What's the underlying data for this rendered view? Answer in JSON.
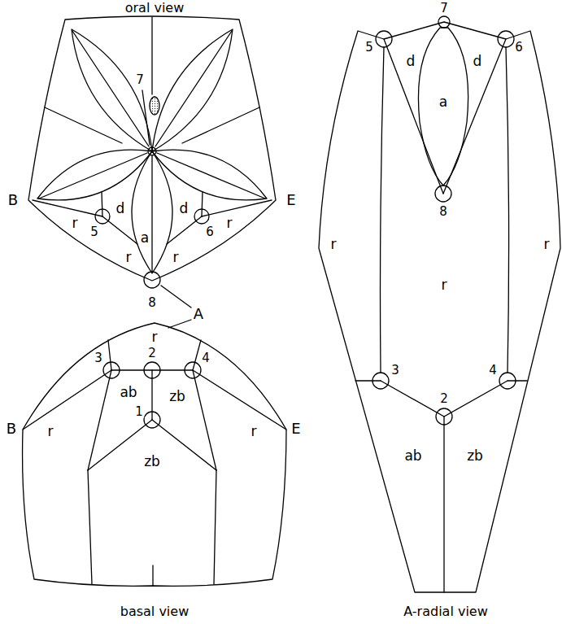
{
  "diagram": {
    "labels": [
      "oral view",
      "7",
      "B",
      "d",
      "d",
      "E",
      "r",
      "5",
      "6",
      "r",
      "a",
      "r",
      "r",
      "8",
      "A",
      "r",
      "3",
      "2",
      "4",
      "B",
      "r",
      "ab",
      "zb",
      "r",
      "E",
      "1",
      "zb",
      "basal view",
      "7",
      "5",
      "d",
      "d",
      "6",
      "a",
      "8",
      "r",
      "r",
      "r",
      "3",
      "2",
      "4",
      "ab",
      "zb",
      "A-radial view"
    ]
  }
}
